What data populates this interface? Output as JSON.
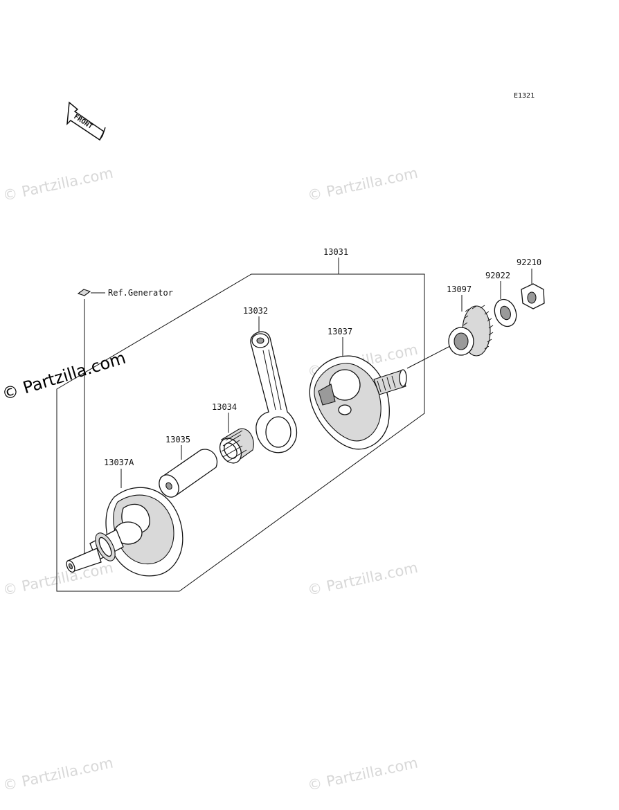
{
  "diagram": {
    "code": "E1321",
    "front_label": "FRONT",
    "ref_generator": "Ref.Generator",
    "watermark_text": "© Partzilla.com",
    "parts": {
      "assembly": "13031",
      "rod": "13032",
      "bearing": "13034",
      "pin": "13035",
      "flywheel_right": "13037",
      "flywheel_left": "13037A",
      "gear": "13097",
      "washer": "92022",
      "nut": "92210"
    }
  }
}
